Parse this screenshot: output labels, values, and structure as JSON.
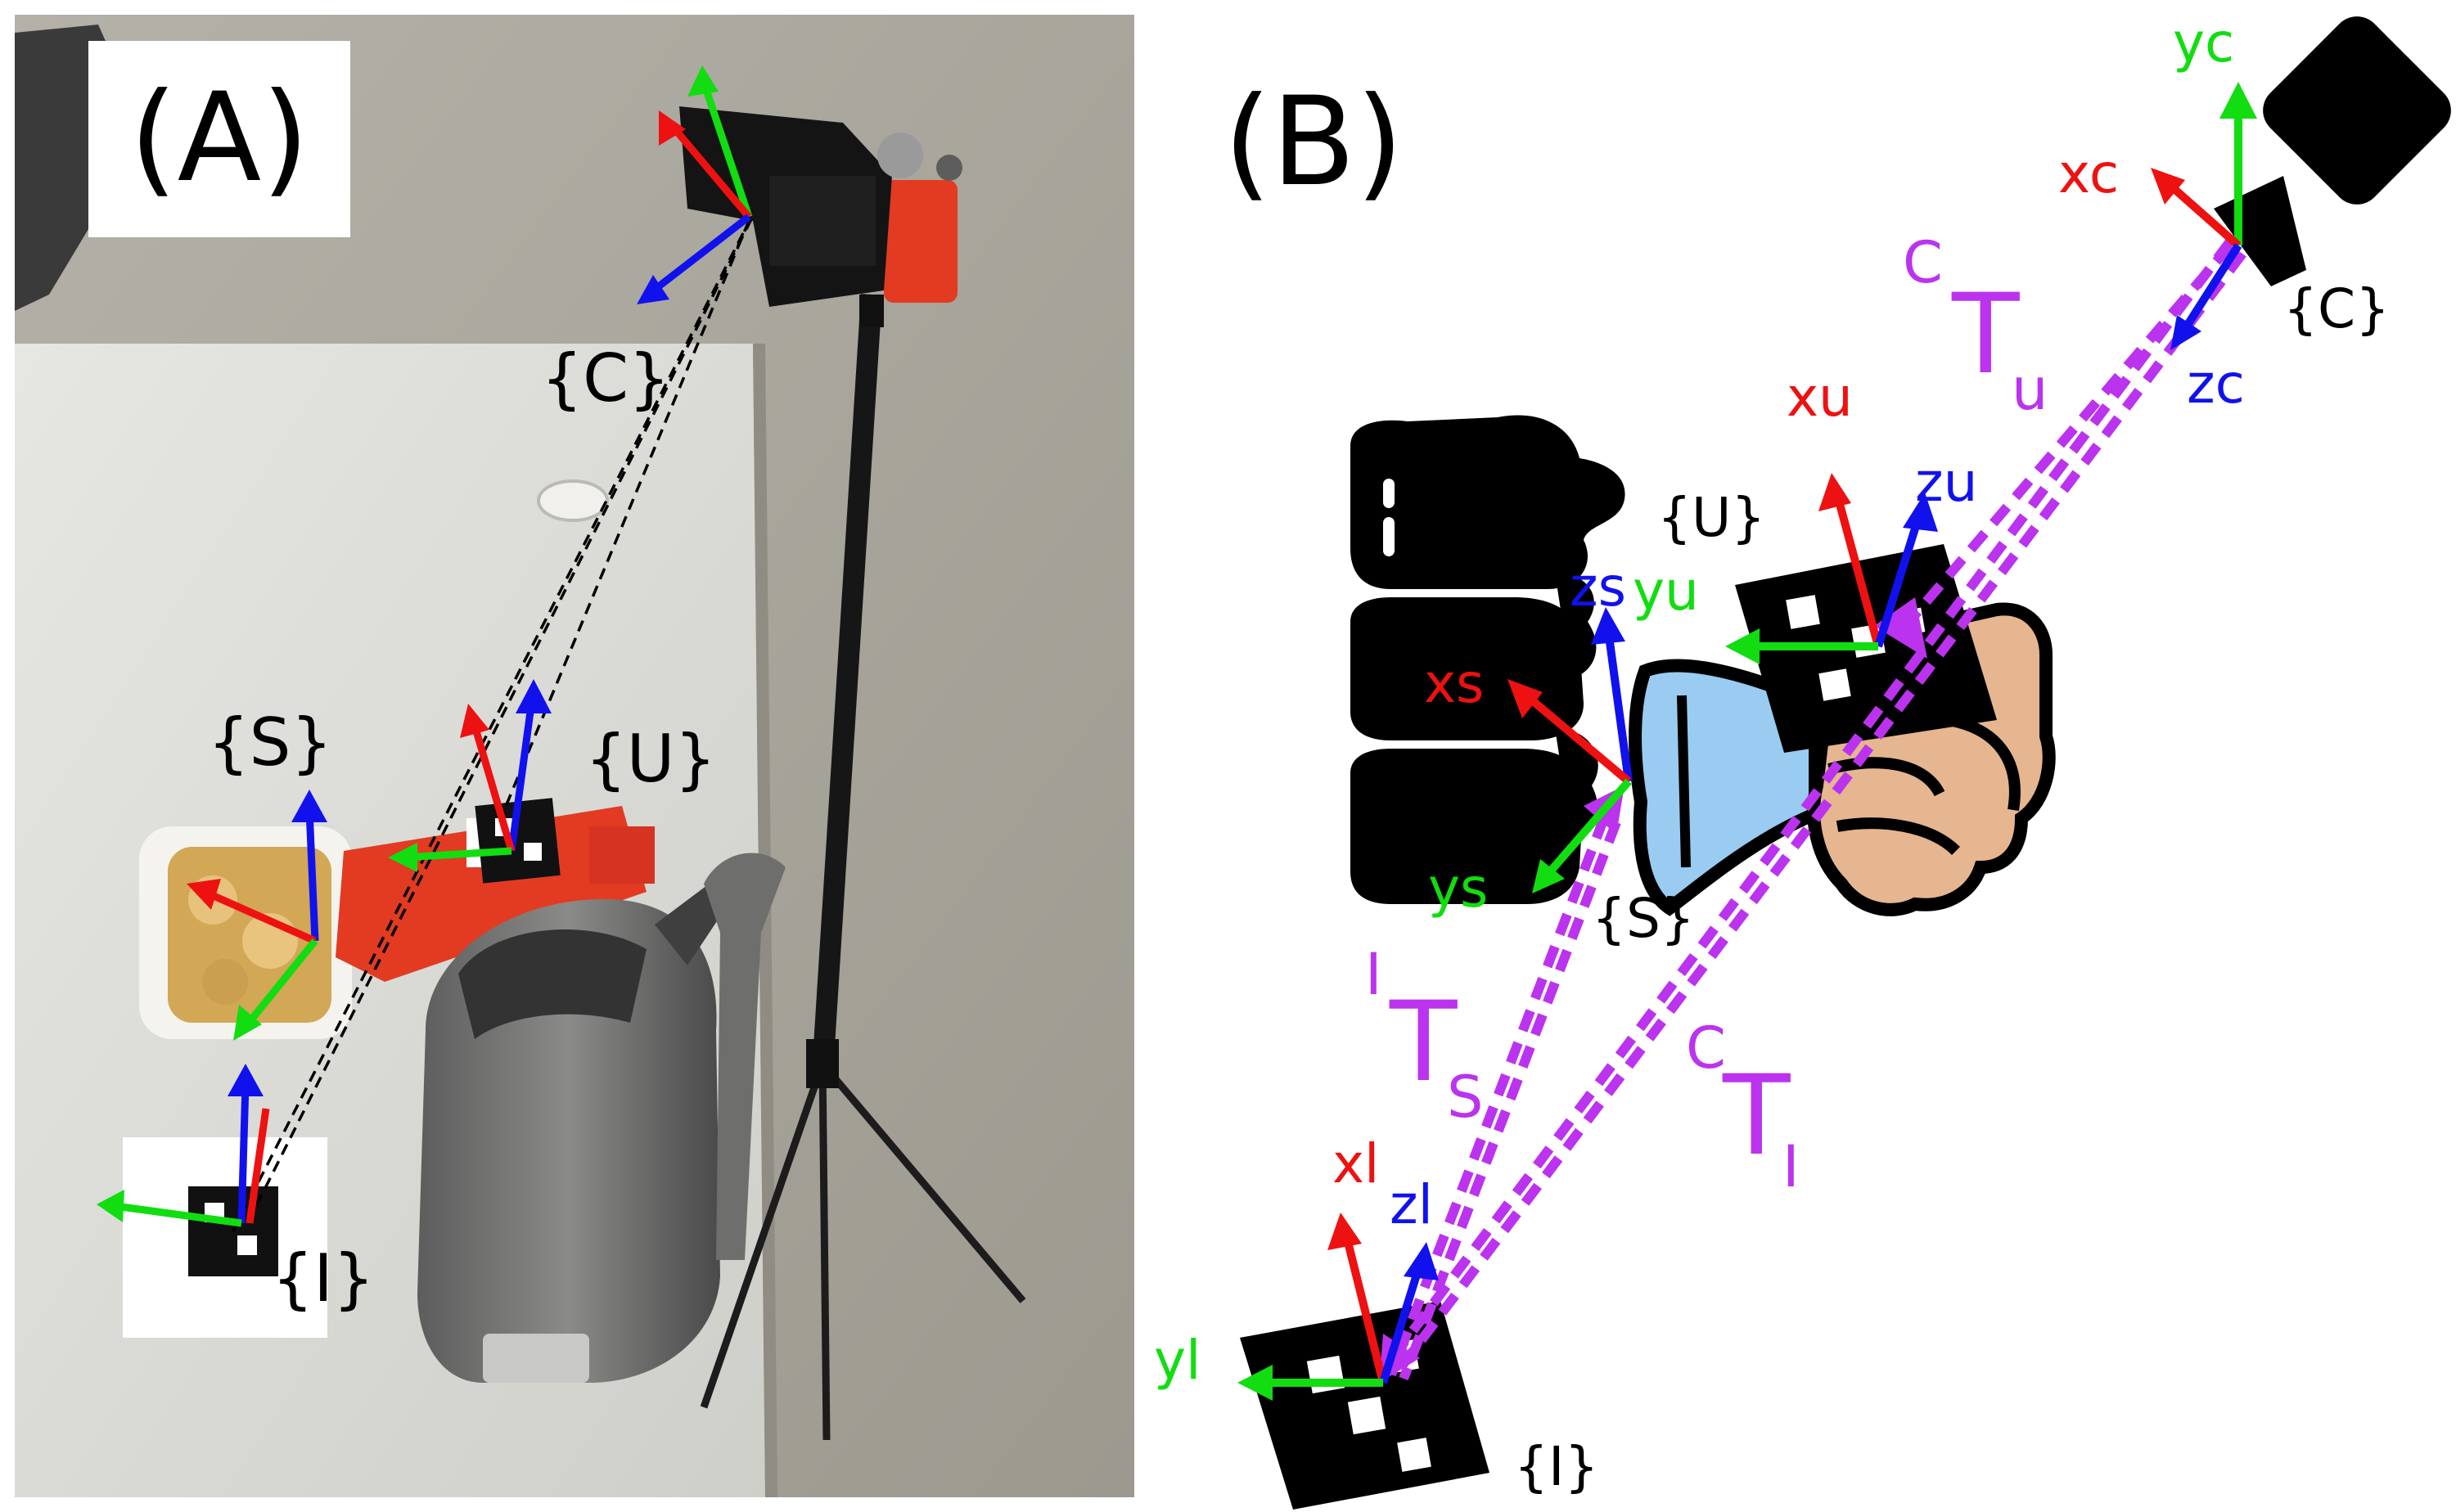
{
  "panels": {
    "a": {
      "label": "(A)"
    },
    "b": {
      "label": "(B)"
    }
  },
  "panel_a": {
    "frames": {
      "camera": "{C}",
      "spine": "{S}",
      "ultrasound": "{U}",
      "image_marker": "{I}"
    }
  },
  "panel_b": {
    "frames": {
      "camera": "{C}",
      "ultrasound": "{U}",
      "spine": "{S}",
      "image_marker": "{I}"
    },
    "axes": {
      "xc": "xc",
      "yc": "yc",
      "zc": "zc",
      "xu": "xu",
      "yu": "yu",
      "zu": "zu",
      "xs": "xs",
      "ys": "ys",
      "zs": "zs",
      "xl": "xl",
      "yl": "yl",
      "zl": "zl"
    },
    "transforms": {
      "c_t_u": {
        "super": "C",
        "base": "T",
        "sub": "u"
      },
      "i_t_s": {
        "super": "I",
        "base": "T",
        "sub": "S"
      },
      "c_t_i": {
        "super": "C",
        "base": "T",
        "sub": "I"
      }
    }
  },
  "colors": {
    "x_axis": "#ee1111",
    "y_axis": "#11dd11",
    "z_axis": "#1111ee",
    "transform": "#bb33ee",
    "text": "#000000"
  }
}
